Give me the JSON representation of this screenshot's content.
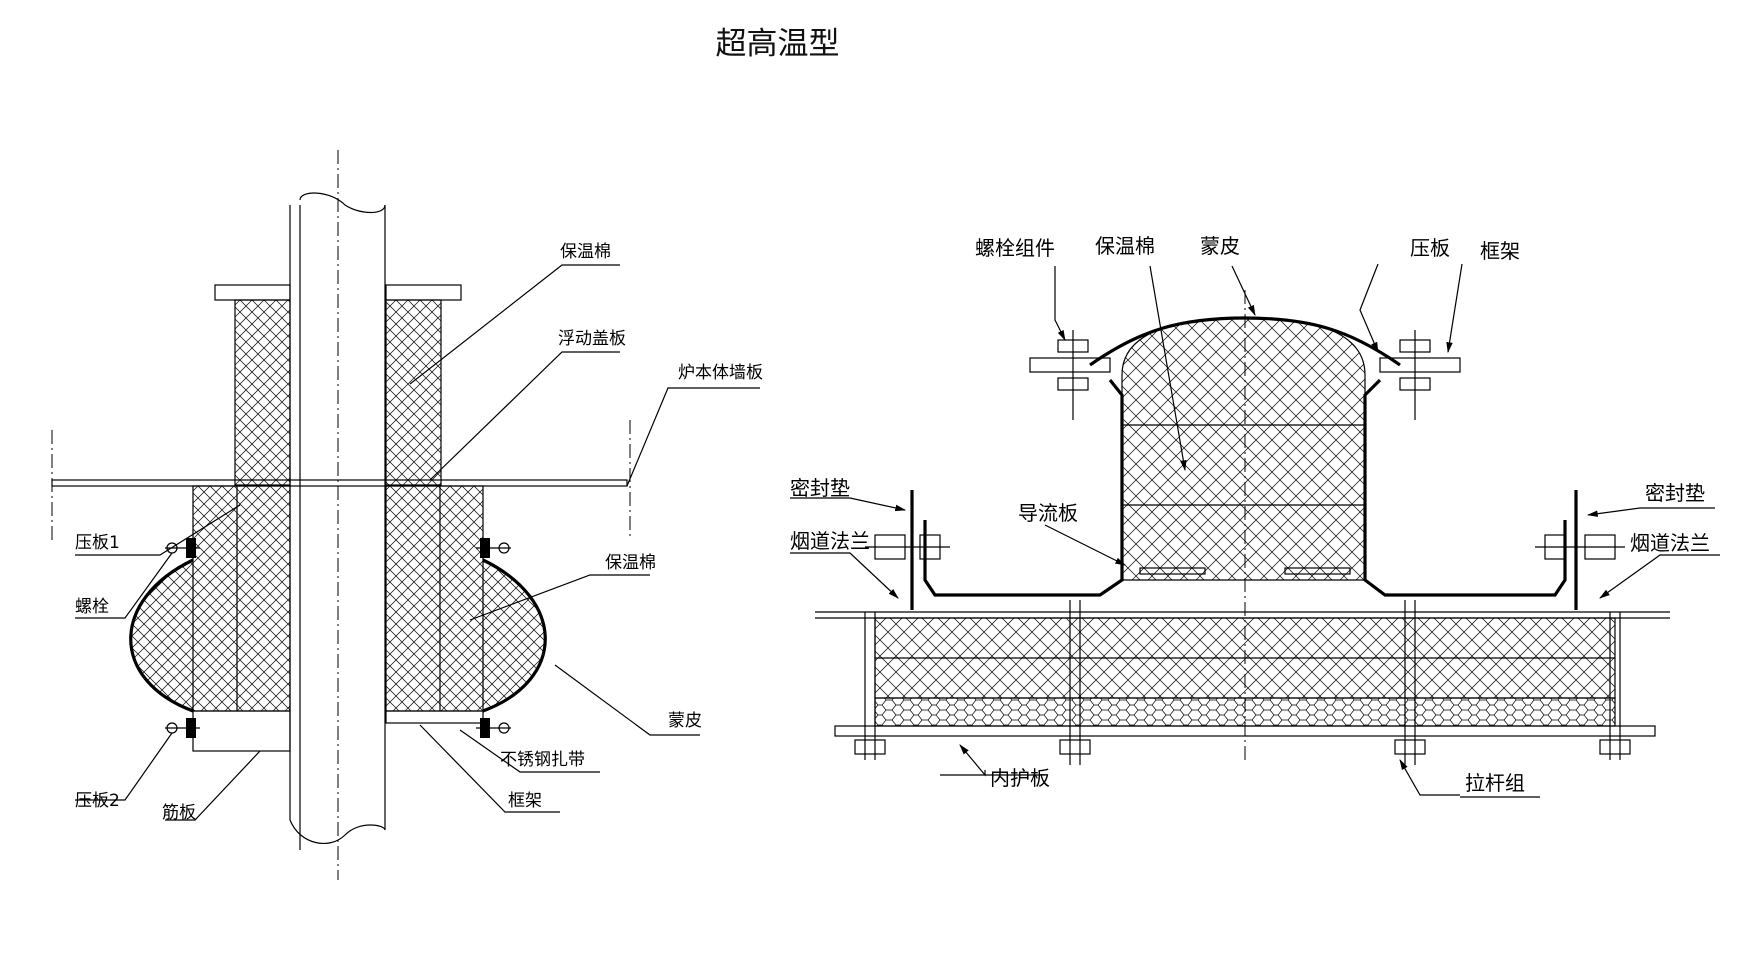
{
  "title": "超高温型",
  "left_labels": {
    "insulation_top": "保温棉",
    "floating_cover": "浮动盖板",
    "furnace_wall": "炉本体墙板",
    "press_plate_1": "压板1",
    "bolt": "螺栓",
    "insulation_mid": "保温棉",
    "skin": "蒙皮",
    "stainless_band": "不锈钢扎带",
    "press_plate_2": "压板2",
    "rib_plate": "筋板",
    "frame": "框架"
  },
  "right_labels": {
    "bolt_assembly": "螺栓组件",
    "insulation": "保温棉",
    "skin": "蒙皮",
    "press_plate": "压板",
    "frame": "框架",
    "seal_left": "密封垫",
    "seal_right": "密封垫",
    "guide_plate": "导流板",
    "flange_left": "烟道法兰",
    "flange_right": "烟道法兰",
    "inner_plate": "内护板",
    "tie_rod": "拉杆组"
  },
  "colors": {
    "line": "#000000",
    "background": "#ffffff"
  }
}
